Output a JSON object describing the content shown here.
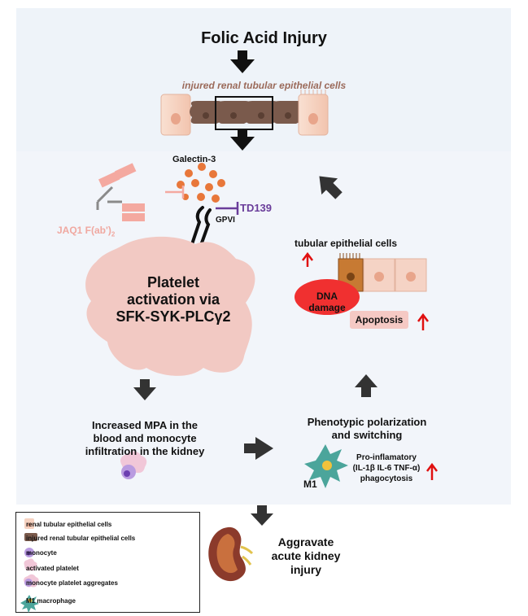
{
  "title": "Folic Acid Injury",
  "injured_cells_label": "injured renal tubular epithelial cells",
  "galectin_label": "Galectin-3",
  "td139_label": "TD139",
  "gpvi_label": "GPVI",
  "jaq1_label": "JAQ1 F(ab')",
  "jaq1_sub": "2",
  "platelet_lines": [
    "Platelet",
    "activation via",
    "SFK-SYK-PLCγ2"
  ],
  "tec_label": "tubular epithelial cells",
  "dna_lines": [
    "DNA",
    "damage"
  ],
  "apoptosis_label": "Apoptosis",
  "mpa_lines": [
    "Increased MPA in the",
    "blood and monocyte",
    "infiltration in the kidney"
  ],
  "pheno_lines": [
    "Phenotypic polarization",
    "and switching"
  ],
  "pro_lines": [
    "Pro-inflamatory",
    "(IL-1β IL-6 TNF-α)",
    "phagocytosis"
  ],
  "m1_label": "M1",
  "aggravate_lines": [
    "Aggravate",
    "acute kidney",
    "injury"
  ],
  "legend": [
    "renal tubular epithelial cells",
    "injured renal tubular epithelial cells",
    "monocyte",
    "activated platelet",
    "monocyte platelet aggregates",
    "M1 macrophage"
  ],
  "colors": {
    "healthy_cell": "#f6d2c1",
    "injured_cell": "#7a5a4c",
    "galectin": "#e8773a",
    "td139": "#6a3d9a",
    "platelet": "#f2c9c3",
    "arrow_up": "#e01010",
    "green_panel": "#d8ecd4"
  }
}
